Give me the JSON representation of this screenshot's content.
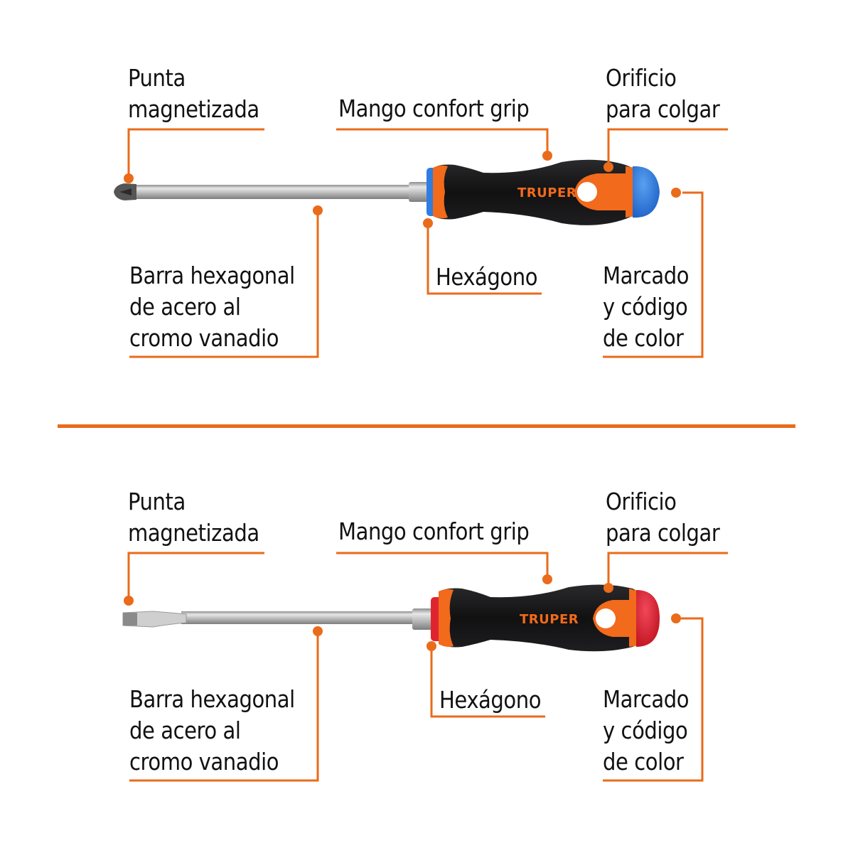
{
  "colors": {
    "accent": "#ea6b1a",
    "text": "#111111",
    "handle_black": "#1c1c1e",
    "handle_orange": "#f26a1b",
    "cap_blue": "#2f7de1",
    "cap_red": "#e0242f",
    "steel": "#c9c9c9"
  },
  "brand": "TRUPER",
  "diagrams": [
    {
      "tip_type": "phillips",
      "cap_color": "blue",
      "labels": {
        "tip": [
          "Punta",
          "magnetizada"
        ],
        "handle": [
          "Mango confort grip"
        ],
        "hole": [
          "Orificio",
          "para colgar"
        ],
        "shaft": [
          "Barra hexagonal",
          "de acero al",
          "cromo vanadio"
        ],
        "hex": [
          "Hexágono"
        ],
        "marking": [
          "Marcado",
          "y código",
          "de color"
        ]
      }
    },
    {
      "tip_type": "slotted",
      "cap_color": "red",
      "labels": {
        "tip": [
          "Punta",
          "magnetizada"
        ],
        "handle": [
          "Mango confort grip"
        ],
        "hole": [
          "Orificio",
          "para colgar"
        ],
        "shaft": [
          "Barra hexagonal",
          "de acero al",
          "cromo vanadio"
        ],
        "hex": [
          "Hexágono"
        ],
        "marking": [
          "Marcado",
          "y código",
          "de color"
        ]
      }
    }
  ]
}
